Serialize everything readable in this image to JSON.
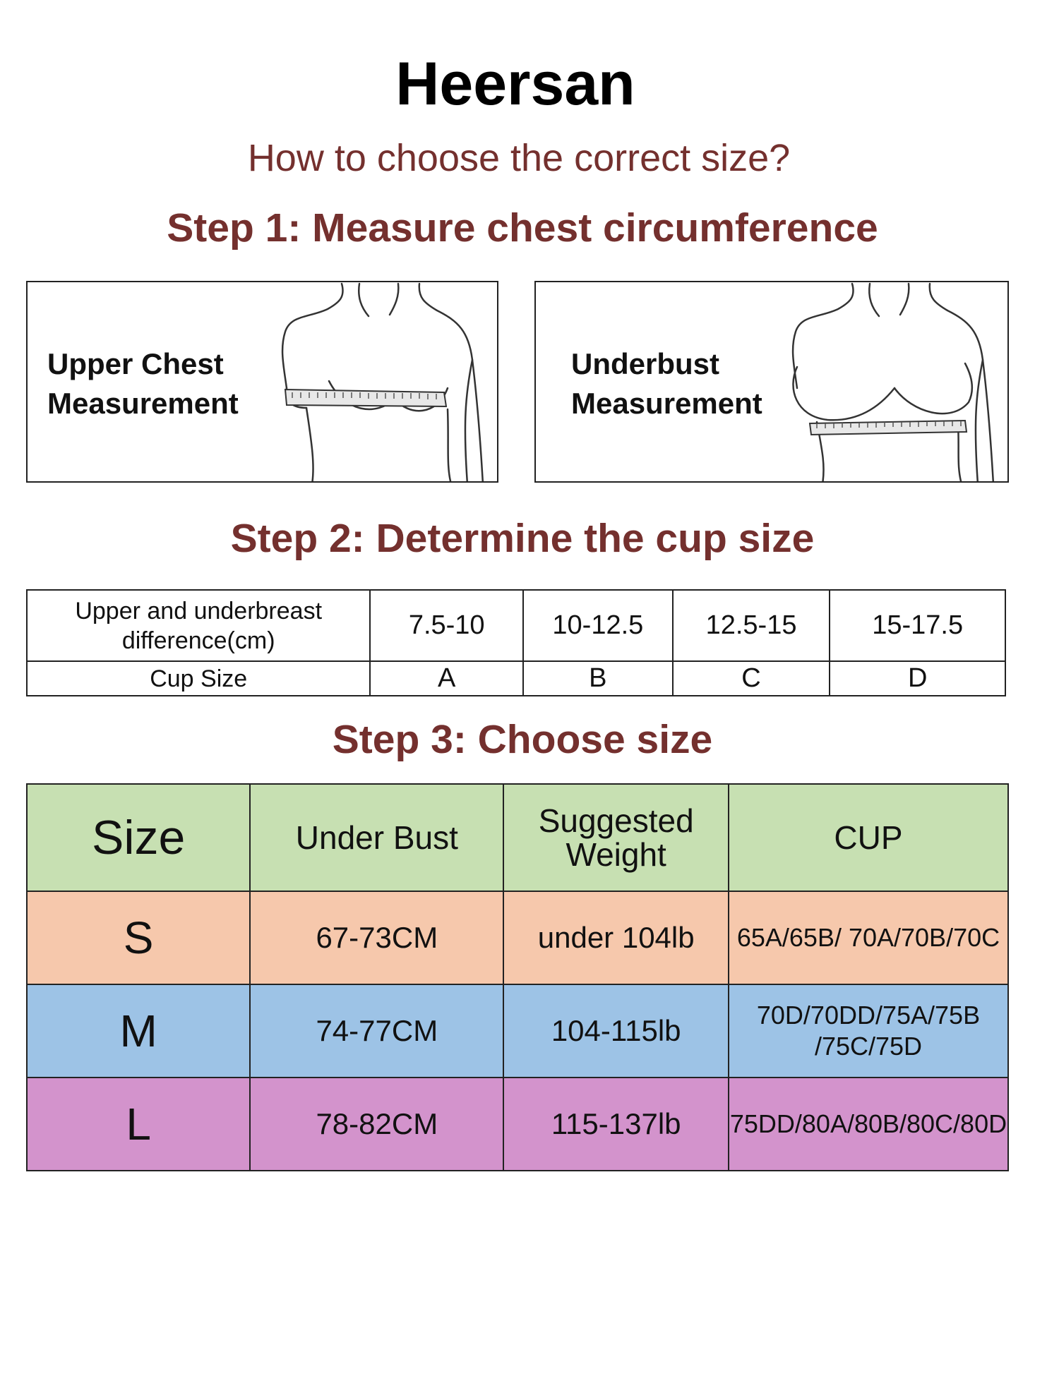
{
  "brand": "Heersan",
  "subtitle": "How to choose the correct size?",
  "steps": {
    "step1": "Step 1: Measure chest circumference",
    "step2": "Step 2: Determine the cup size",
    "step3": "Step 3: Choose size"
  },
  "measure_panels": [
    {
      "line1": "Upper Chest",
      "line2": "Measurement",
      "icon": "torso-tape-upper-chest"
    },
    {
      "line1": "Underbust",
      "line2": "Measurement",
      "icon": "torso-tape-underbust"
    }
  ],
  "cup_table": {
    "header_label_line1": "Upper and underbreast",
    "header_label_line2": "difference(cm)",
    "ranges": [
      "7.5-10",
      "10-12.5",
      "12.5-15",
      "15-17.5"
    ],
    "cup_label": "Cup Size",
    "cups": [
      "A",
      "B",
      "C",
      "D"
    ]
  },
  "size_table": {
    "headers": {
      "size": "Size",
      "under_bust": "Under Bust",
      "weight_line1": "Suggested",
      "weight_line2": "Weight",
      "cup": "CUP"
    },
    "rows": [
      {
        "size": "S",
        "under_bust": "67-73CM",
        "weight": "under 104lb",
        "cup_line1": "65A/65B/ 70A/70B/70C",
        "cup_line2": "",
        "color": "#f6c8ac"
      },
      {
        "size": "M",
        "under_bust": "74-77CM",
        "weight": "104-115lb",
        "cup_line1": "70D/70DD/75A/75B",
        "cup_line2": "/75C/75D",
        "color": "#9dc3e6"
      },
      {
        "size": "L",
        "under_bust": "78-82CM",
        "weight": "115-137lb",
        "cup_line1": "75DD/80A/80B/80C/80D",
        "cup_line2": "",
        "color": "#d393cc"
      }
    ],
    "header_color": "#c7e0b2"
  },
  "accent_color": "#74302e"
}
